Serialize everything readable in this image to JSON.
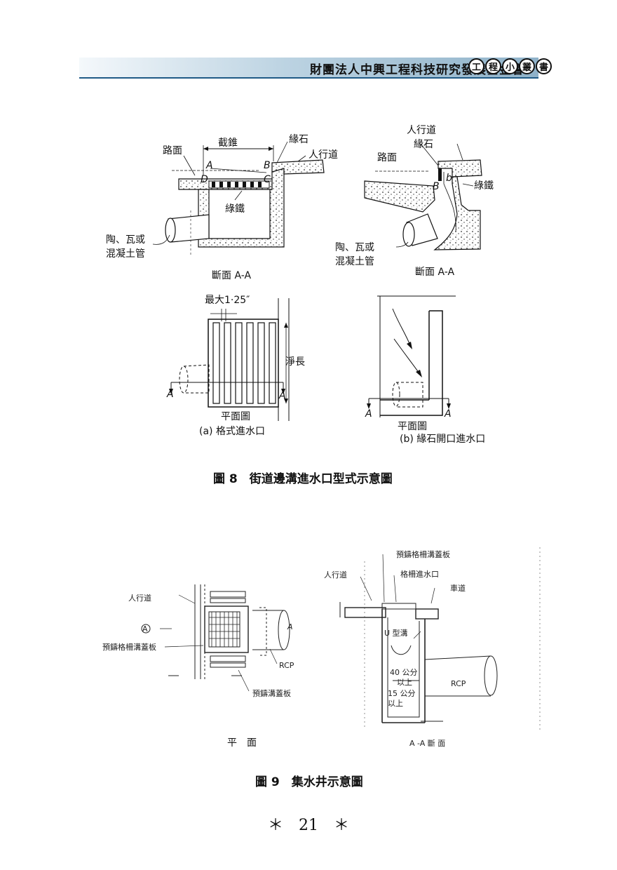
{
  "header": {
    "org": "財團法人中興工程科技研究發展基金會",
    "badges": [
      "工",
      "程",
      "小",
      "叢",
      "書"
    ]
  },
  "fig8": {
    "caption": "圖 8　街道邊溝進水口型式示意圖",
    "a": {
      "section_title": "斷面 A-A",
      "labels": {
        "width": "截錐",
        "road": "路面",
        "curb": "緣石",
        "sidewalk": "人行道",
        "grate": "綠鐵",
        "pipe1": "陶、瓦或",
        "pipe2": "混凝土管",
        "A": "A",
        "B": "B",
        "C": "C",
        "D": "D"
      },
      "plan": {
        "max": "最大1·25″",
        "clear_len": "淨長",
        "title": "平面圖",
        "caption": "(a) 格式進水口",
        "A": "A"
      }
    },
    "b": {
      "section_title": "斷面 A-A",
      "labels": {
        "sidewalk": "人行道",
        "curb": "緣石",
        "road": "路面",
        "grate": "綠鐵",
        "pipe1": "陶、瓦或",
        "pipe2": "混凝土管",
        "b": "b",
        "B": "B"
      },
      "plan": {
        "title": "平面圖",
        "caption": "(b) 緣石開口進水口",
        "A": "A"
      }
    }
  },
  "fig9": {
    "caption": "圖 9　集水井示意圖",
    "plan": {
      "sidewalk": "人行道",
      "grate_cover": "預鑄格柵溝蓋板",
      "rcp": "RCP",
      "cover": "預鑄溝蓋板",
      "A": "A",
      "title": "平　面"
    },
    "section": {
      "grate_cover": "預鑄格柵溝蓋板",
      "sidewalk": "人行道",
      "inlet": "格柵進水口",
      "road": "車道",
      "u_ditch": "U 型溝",
      "d40": "40 公分",
      "d40b": "以上",
      "d15": "15 公分",
      "d15b": "以上",
      "rcp": "RCP",
      "title": "A -A 斷 面"
    }
  },
  "page_number": "＊　21　＊"
}
